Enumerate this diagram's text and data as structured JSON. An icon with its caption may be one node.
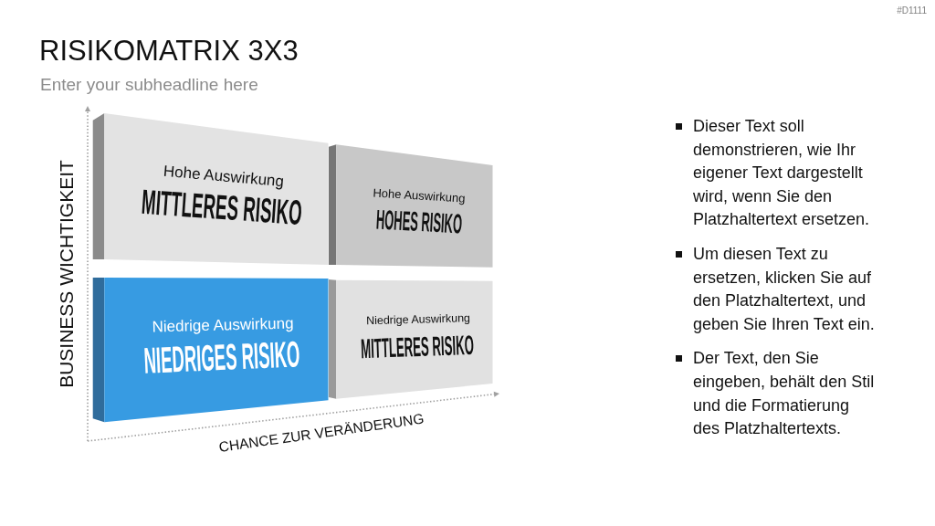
{
  "diagram": {
    "title": "RISIKOMATRIX 3X3",
    "nodes": [
      {
        "text": [
          "Hohe Auswirkung",
          "MITTLERES RISIKO"
        ]
      },
      {
        "text": [
          "Hohe Auswirkung",
          "HOHES RISIKO"
        ]
      },
      {
        "text": [
          "Niedrige Auswirkung",
          "NIEDRIGES RISIKO"
        ]
      },
      {
        "text": [
          "Niedrige Auswirkung",
          "MITTLERES RISIKO"
        ]
      }
    ],
    "labels": [
      "#D1111",
      "Enter your subheadline here",
      "BUSINESS WICHTIGKEIT",
      "CHANCE ZUR VERÄNDERUNG",
      "Dieser Text soll demonstrieren, wie Ihr eigener Text dargestellt wird, wenn Sie den Platzhaltertext ersetzen.",
      "Um diesen Text zu ersetzen, klicken Sie auf den Platzhaltertext, und geben Sie Ihren Text ein.",
      "Der Text, den Sie eingeben, behält den Stil und die Formatierung des Platzhaltertexts."
    ]
  }
}
